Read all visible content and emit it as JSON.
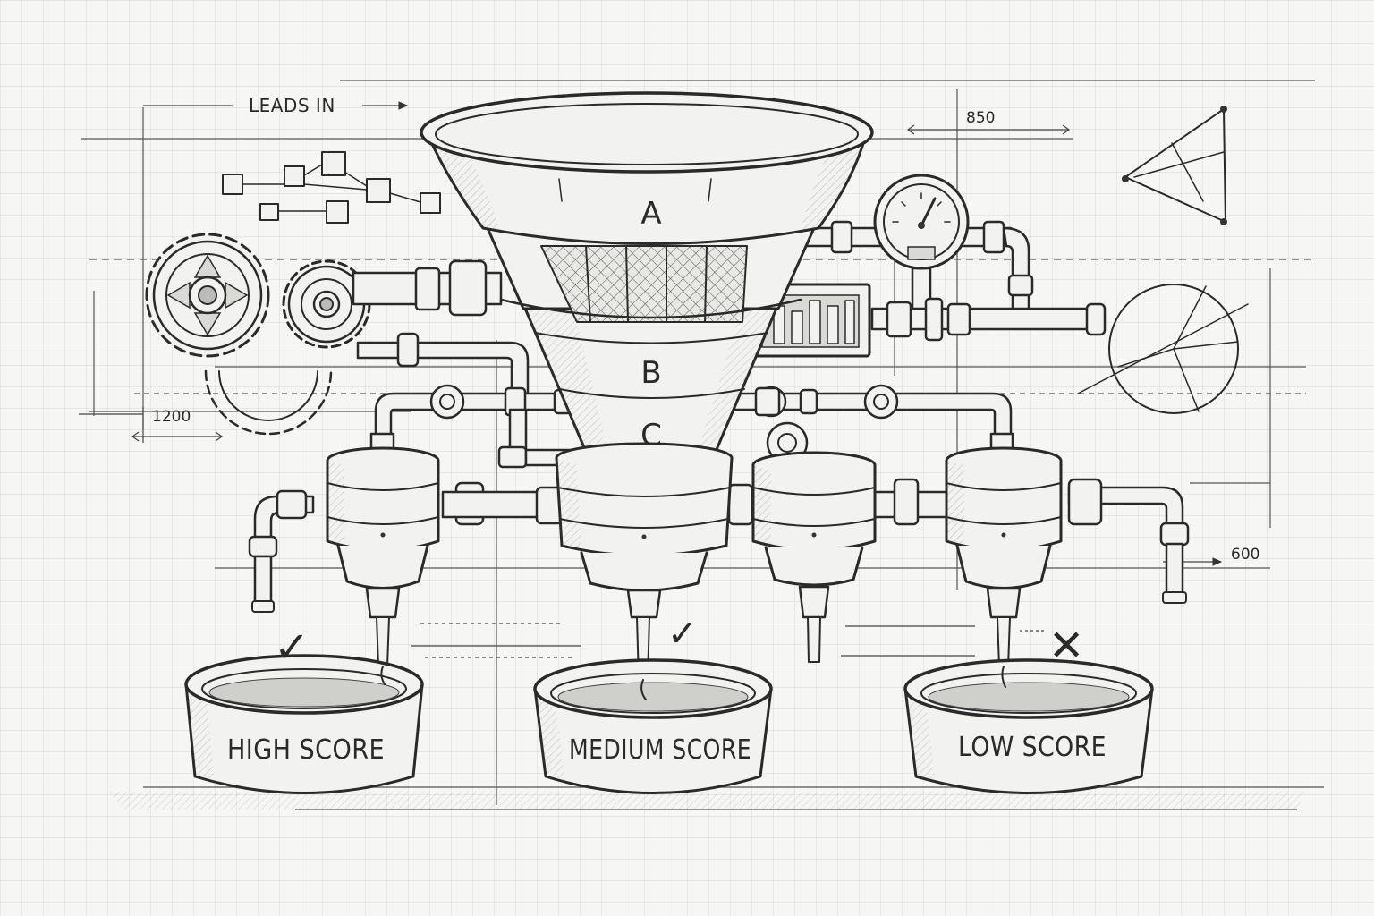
{
  "labels": {
    "leads_in": "LEADS IN",
    "stage_a": "A",
    "stage_b": "B",
    "stage_c": "C"
  },
  "dimensions": {
    "d850": "850",
    "d1200": "1200",
    "d600": "600"
  },
  "bins": [
    {
      "label": "HIGH SCORE",
      "mark": "✓"
    },
    {
      "label": "MEDIUM SCORE",
      "mark": "✓"
    },
    {
      "label": "LOW SCORE",
      "mark": "✕"
    }
  ],
  "colors": {
    "ink": "#2a2a2a",
    "paper": "#f6f6f4",
    "grid": "#8a96a0"
  }
}
